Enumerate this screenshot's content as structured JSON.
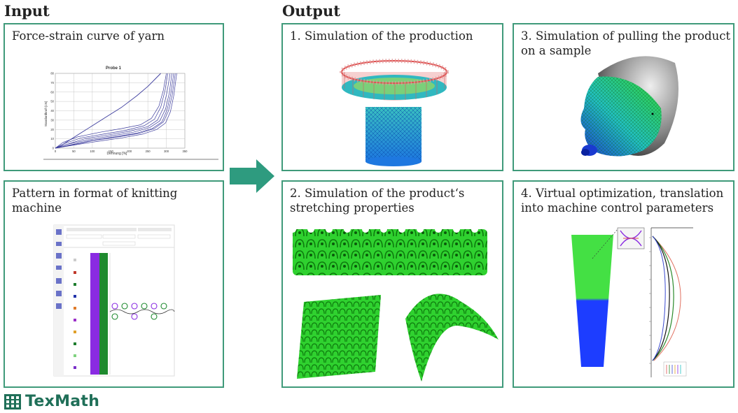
{
  "headings": {
    "input": "Input",
    "output": "Output"
  },
  "panels": {
    "force_strain": {
      "title": "Force-strain curve of yarn"
    },
    "pattern": {
      "title_line1": "Pattern in format of knitting",
      "title_line2": "machine"
    },
    "sim_production": {
      "title": "1. Simulation of the production"
    },
    "sim_pulling": {
      "title_line1": "3. Simulation of pulling the product",
      "title_line2": "on a sample"
    },
    "sim_stretching": {
      "title_line1": "2. Simulation of the product‘s",
      "title_line2": "stretching properties"
    },
    "virtual_opt": {
      "title_line1": "4. Virtual optimization, translation",
      "title_line2": "into machine control parameters"
    }
  },
  "chart_data": {
    "type": "line",
    "title": "Probe 1",
    "xlabel": "Dehnung [%]",
    "ylabel": "Standardkraft [cN]",
    "xlim": [
      0,
      350
    ],
    "ylim": [
      0,
      80
    ],
    "x_ticks": [
      "0",
      "50",
      "100",
      "150",
      "200",
      "250",
      "300",
      "350"
    ],
    "y_ticks": [
      "0",
      "10",
      "20",
      "30",
      "40",
      "50",
      "60",
      "70",
      "80"
    ],
    "grid": true,
    "series": [
      {
        "x": [
          0,
          20,
          60,
          100,
          140,
          180,
          220,
          250,
          270,
          285
        ],
        "y": [
          0,
          4,
          14,
          24,
          34,
          44,
          56,
          66,
          74,
          80
        ]
      },
      {
        "x": [
          0,
          20,
          60,
          120,
          180,
          230,
          260,
          280,
          292,
          300
        ],
        "y": [
          0,
          6,
          12,
          17,
          21,
          25,
          32,
          45,
          62,
          80
        ]
      },
      {
        "x": [
          0,
          25,
          70,
          130,
          190,
          240,
          268,
          285,
          296,
          304
        ],
        "y": [
          0,
          5,
          11,
          15,
          19,
          24,
          31,
          44,
          61,
          80
        ]
      },
      {
        "x": [
          0,
          30,
          80,
          140,
          200,
          250,
          276,
          292,
          302,
          310
        ],
        "y": [
          0,
          4,
          10,
          14,
          18,
          23,
          30,
          43,
          60,
          80
        ]
      },
      {
        "x": [
          0,
          30,
          90,
          150,
          210,
          255,
          282,
          298,
          308,
          315
        ],
        "y": [
          0,
          4,
          9,
          13,
          17,
          22,
          29,
          42,
          59,
          80
        ]
      },
      {
        "x": [
          0,
          35,
          95,
          160,
          220,
          262,
          288,
          302,
          312,
          320
        ],
        "y": [
          0,
          3,
          8,
          12,
          16,
          21,
          28,
          41,
          58,
          80
        ]
      },
      {
        "x": [
          0,
          40,
          100,
          170,
          228,
          268,
          292,
          306,
          316,
          324
        ],
        "y": [
          0,
          3,
          8,
          12,
          16,
          21,
          28,
          40,
          57,
          80
        ]
      },
      {
        "x": [
          0,
          45,
          110,
          180,
          236,
          274,
          298,
          311,
          320,
          328
        ],
        "y": [
          0,
          3,
          7,
          11,
          15,
          20,
          27,
          39,
          56,
          80
        ]
      }
    ]
  },
  "logo": {
    "text": "TexMath"
  },
  "colors": {
    "border": "#3f9a7a",
    "arrow": "#2e9b7f",
    "curve": "#3d3d9e",
    "logo": "#1f6f58",
    "knit_green": "#2ecc2e"
  }
}
